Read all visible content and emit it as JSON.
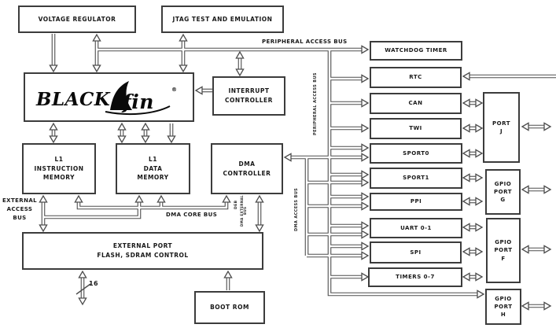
{
  "diagram": {
    "core": {
      "brand_black": "BLACK",
      "brand_fin": "fin",
      "registered": "®"
    },
    "blocks": {
      "voltage_regulator": "VOLTAGE REGULATOR",
      "jtag": "JTAG TEST AND EMULATION",
      "interrupt_controller": "INTERRUPT\nCONTROLLER",
      "l1_instruction_memory": "L1\nINSTRUCTION\nMEMORY",
      "l1_data_memory": "L1\nDATA\nMEMORY",
      "dma_controller": "DMA\nCONTROLLER",
      "external_port": "EXTERNAL PORT\nFLASH, SDRAM CONTROL",
      "boot_rom": "BOOT ROM"
    },
    "peripherals": [
      "WATCHDOG TIMER",
      "RTC",
      "CAN",
      "TWI",
      "SPORT0",
      "SPORT1",
      "PPI",
      "UART 0-1",
      "SPI",
      "TIMERS 0-7"
    ],
    "ports": [
      "PORT\nJ",
      "GPIO\nPORT\nG",
      "GPIO\nPORT\nF",
      "GPIO\nPORT\nH"
    ],
    "bus_labels": {
      "peripheral_access": "PERIPHERAL ACCESS BUS",
      "peripheral_access_vertical": "PERIPHERAL ACCESS BUS",
      "dma_access": "DMA ACCESS BUS",
      "dma_core": "DMA CORE BUS",
      "external_access": "EXTERNAL\nACCESS\nBUS",
      "deb_short": "DEB",
      "deb_long": "DMA EXTERNAL BUS",
      "bus_width": "16"
    }
  }
}
